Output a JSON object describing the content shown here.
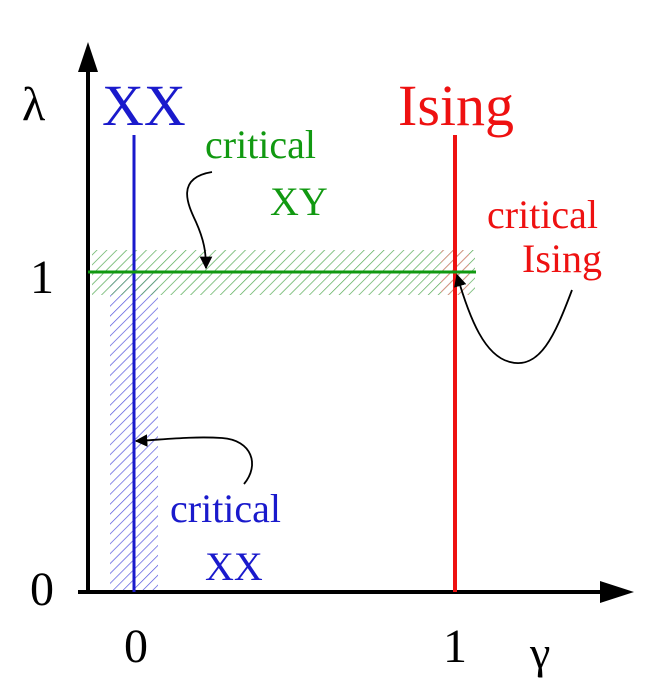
{
  "axes": {
    "y_symbol": "λ",
    "x_symbol": "γ",
    "origin_y_label": "0",
    "y_tick_one": "1",
    "x_tick_zero": "0",
    "x_tick_one": "1"
  },
  "headers": {
    "xx": "XX",
    "ising": "Ising"
  },
  "annotations": {
    "critical_xy_line1": "critical",
    "critical_xy_line2": "XY",
    "critical_ising_line1": "critical",
    "critical_ising_line2": "Ising",
    "critical_xx_line1": "critical",
    "critical_xx_line2": "XX"
  },
  "colors": {
    "axis": "#000000",
    "xx": "#1a1acc",
    "ising": "#ee1111",
    "xy": "#119911"
  }
}
